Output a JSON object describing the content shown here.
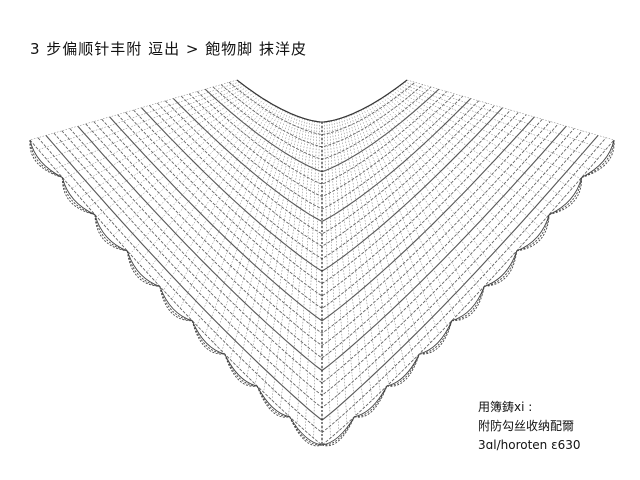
{
  "title": "3 步偏顺针丰附   逗出 > 飽物脚  抹洋皮",
  "notes": [
    "用簿鋳xi :",
    "附防勾丝收纳配爾",
    "3ɑl/horoten ɛ630"
  ],
  "colors": {
    "ink": "#555555",
    "paper": "#ffffff"
  }
}
